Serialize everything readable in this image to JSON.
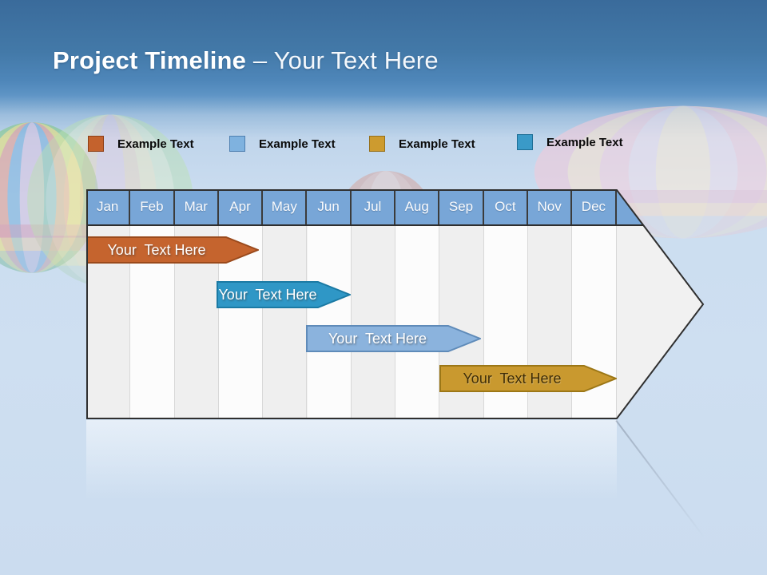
{
  "slide": {
    "title_bold": "Project Timeline ",
    "title_light": "– Your Text Here"
  },
  "legend": {
    "items": [
      {
        "label": "Example Text",
        "color": "#C4622D",
        "border": "#8E3F16"
      },
      {
        "label": "Example Text",
        "color": "#7FB2DF",
        "border": "#4E7FB0"
      },
      {
        "label": "Example Text",
        "color": "#CD9B2F",
        "border": "#96701A"
      },
      {
        "label": "Example Text",
        "color": "#3A9AC8",
        "border": "#1F6F96"
      }
    ]
  },
  "timeline": {
    "months": [
      "Jan",
      "Feb",
      "Mar",
      "Apr",
      "May",
      "Jun",
      "Jul",
      "Aug",
      "Sep",
      "Oct",
      "Nov",
      "Dec"
    ],
    "header_fill": "#78A6D7",
    "bars": [
      {
        "label": "Your  Text Here",
        "start_month": "Jan",
        "end_month": "Apr",
        "fill": "#C5642E",
        "stroke": "#9A4A1C",
        "text_color": "#FFFFFF"
      },
      {
        "label": "Your  Text Here",
        "start_month": "Apr",
        "end_month": "Jun",
        "fill": "#2F97C6",
        "stroke": "#1B7AA4",
        "text_color": "#FFFFFF"
      },
      {
        "label": "Your  Text Here",
        "start_month": "May",
        "end_month": "Sep",
        "fill": "#8BB3DD",
        "stroke": "#5F8BB9",
        "text_color": "#FFFFFF"
      },
      {
        "label": "Your  Text Here",
        "start_month": "Sep",
        "end_month": "Dec",
        "fill": "#C9992F",
        "stroke": "#9C7716",
        "text_color": "#3F2D05"
      }
    ]
  }
}
